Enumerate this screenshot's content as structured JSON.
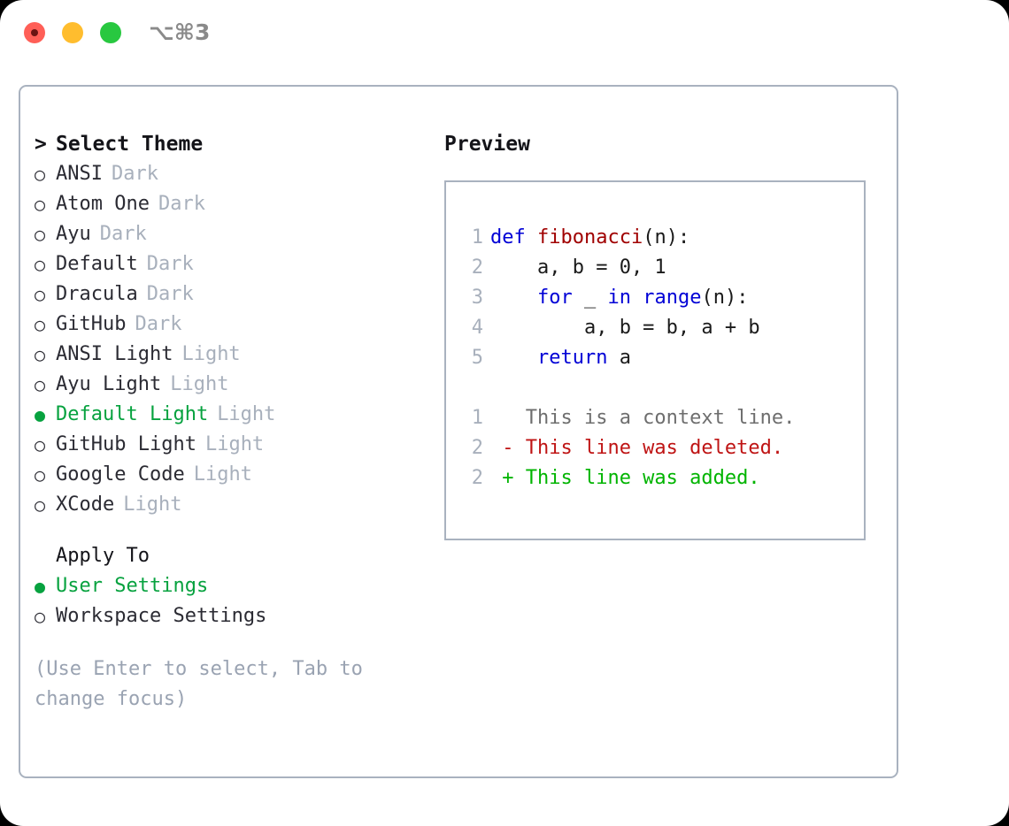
{
  "titlebar": {
    "shortcut": "⌥⌘3",
    "buttons": [
      {
        "name": "close",
        "color": "#FF5F57"
      },
      {
        "name": "minimize",
        "color": "#FFBD2E"
      },
      {
        "name": "maximize",
        "color": "#28C840"
      }
    ]
  },
  "theme_picker": {
    "heading_caret": ">",
    "heading": "Select Theme",
    "bullet_selected": "●",
    "bullet_unselected": "○",
    "items": [
      {
        "name": "ANSI",
        "tag": "Dark",
        "selected": false
      },
      {
        "name": "Atom One",
        "tag": "Dark",
        "selected": false
      },
      {
        "name": "Ayu",
        "tag": "Dark",
        "selected": false
      },
      {
        "name": "Default",
        "tag": "Dark",
        "selected": false
      },
      {
        "name": "Dracula",
        "tag": "Dark",
        "selected": false
      },
      {
        "name": "GitHub",
        "tag": "Dark",
        "selected": false
      },
      {
        "name": "ANSI Light",
        "tag": "Light",
        "selected": false
      },
      {
        "name": "Ayu Light",
        "tag": "Light",
        "selected": false
      },
      {
        "name": "Default Light",
        "tag": "Light",
        "selected": true
      },
      {
        "name": "GitHub Light",
        "tag": "Light",
        "selected": false
      },
      {
        "name": "Google Code",
        "tag": "Light",
        "selected": false
      },
      {
        "name": "XCode",
        "tag": "Light",
        "selected": false
      }
    ]
  },
  "apply_to": {
    "label": "Apply To",
    "options": [
      {
        "name": "User Settings",
        "selected": true
      },
      {
        "name": "Workspace Settings",
        "selected": false
      }
    ]
  },
  "hint": "(Use Enter to select, Tab to change focus)",
  "preview": {
    "title": "Preview",
    "code_lines": [
      {
        "ln": "1",
        "tokens": [
          {
            "t": "def ",
            "c": "kw"
          },
          {
            "t": "fibonacci",
            "c": "fn"
          },
          {
            "t": "(n):",
            "c": "pl"
          }
        ]
      },
      {
        "ln": "2",
        "tokens": [
          {
            "t": "    a, b = 0, 1",
            "c": "pl"
          }
        ]
      },
      {
        "ln": "3",
        "tokens": [
          {
            "t": "    ",
            "c": "pl"
          },
          {
            "t": "for",
            "c": "kw"
          },
          {
            "t": " _ ",
            "c": "pl"
          },
          {
            "t": "in",
            "c": "kw"
          },
          {
            "t": " ",
            "c": "pl"
          },
          {
            "t": "range",
            "c": "kw"
          },
          {
            "t": "(n):",
            "c": "pl"
          }
        ]
      },
      {
        "ln": "4",
        "tokens": [
          {
            "t": "        a, b = b, a + b",
            "c": "pl"
          }
        ]
      },
      {
        "ln": "5",
        "tokens": [
          {
            "t": "    ",
            "c": "pl"
          },
          {
            "t": "return",
            "c": "kw"
          },
          {
            "t": " a",
            "c": "pl"
          }
        ]
      }
    ],
    "diff_lines": [
      {
        "ln": "1",
        "tokens": [
          {
            "t": "   This is a context line.",
            "c": "ctx"
          }
        ]
      },
      {
        "ln": "2",
        "tokens": [
          {
            "t": " - This line was deleted.",
            "c": "del"
          }
        ]
      },
      {
        "ln": "2",
        "tokens": [
          {
            "t": " + This line was added.",
            "c": "add"
          }
        ]
      }
    ]
  },
  "colors": {
    "accent_green": "#07A23F",
    "border": "#A9B2BF",
    "muted": "#A8B0BC",
    "hint": "#9AA3B2",
    "keyword_blue": "#0000D6",
    "function_red": "#A00000",
    "diff_del": "#BF1414",
    "diff_add": "#00B400",
    "context_gray": "#6E6E6E"
  }
}
